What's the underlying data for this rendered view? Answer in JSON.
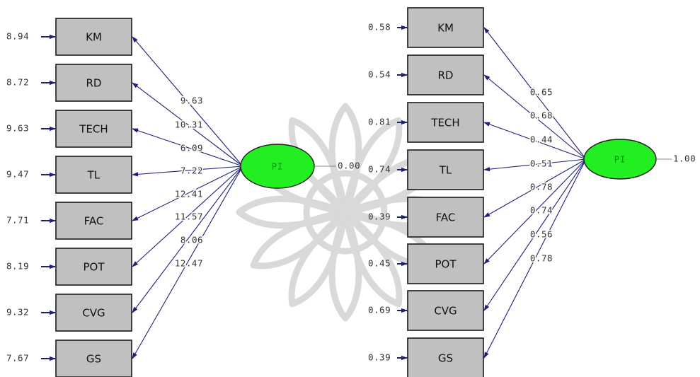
{
  "colors": {
    "box_fill": "#c0c0c0",
    "latent_fill": "#22ee22",
    "path": "#1f1f7a",
    "text": "#222222",
    "watermark": "#d9d9d9"
  },
  "models": [
    {
      "name": "left",
      "latent": {
        "label": "PI",
        "variance": "0.00"
      },
      "indicators": [
        {
          "label": "KM",
          "error": "8.94",
          "loading": "9.63"
        },
        {
          "label": "RD",
          "error": "8.72",
          "loading": "10.31"
        },
        {
          "label": "TECH",
          "error": "9.63",
          "loading": "6.09"
        },
        {
          "label": "TL",
          "error": "9.47",
          "loading": "7.22"
        },
        {
          "label": "FAC",
          "error": "7.71",
          "loading": "12.41"
        },
        {
          "label": "POT",
          "error": "8.19",
          "loading": "11.57"
        },
        {
          "label": "CVG",
          "error": "9.32",
          "loading": "8.06"
        },
        {
          "label": "GS",
          "error": "7.67",
          "loading": "12.47"
        }
      ]
    },
    {
      "name": "right",
      "latent": {
        "label": "PI",
        "variance": "1.00"
      },
      "indicators": [
        {
          "label": "KM",
          "error": "0.58",
          "loading": "0.65"
        },
        {
          "label": "RD",
          "error": "0.54",
          "loading": "0.68"
        },
        {
          "label": "TECH",
          "error": "0.81",
          "loading": "0.44"
        },
        {
          "label": "TL",
          "error": "0.74",
          "loading": "0.51"
        },
        {
          "label": "FAC",
          "error": "0.39",
          "loading": "0.78"
        },
        {
          "label": "POT",
          "error": "0.45",
          "loading": "0.74"
        },
        {
          "label": "CVG",
          "error": "0.69",
          "loading": "0.56"
        },
        {
          "label": "GS",
          "error": "0.39",
          "loading": "0.78"
        }
      ]
    }
  ]
}
